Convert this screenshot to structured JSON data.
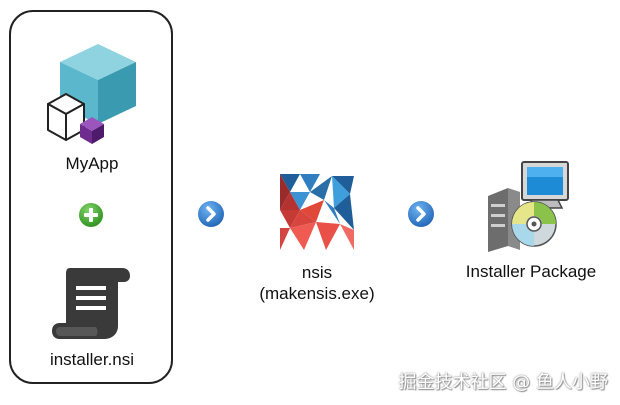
{
  "myapp": {
    "label": "MyApp",
    "icon": "cube-cluster-icon"
  },
  "plus": {
    "icon": "plus-circle-icon",
    "color": "#3aa02a"
  },
  "script": {
    "label": "installer.nsi",
    "icon": "scroll-document-icon"
  },
  "arrow": {
    "icon": "chevron-right-circle-icon",
    "color": "#2a79d0"
  },
  "nsis": {
    "label_line1": "nsis",
    "label_line2": "(makensis.exe)",
    "icon": "nsis-logo-icon"
  },
  "package": {
    "label": "Installer Package",
    "icon": "installer-package-icon"
  },
  "watermark": {
    "text": "掘金技术社区 @ 鱼人小野"
  },
  "colors": {
    "cube_teal": "#5bb8cc",
    "cube_purple": "#6e2c8e",
    "nsis_red": "#e0483a",
    "nsis_blue": "#2f7fc0",
    "scroll_dark": "#3a3a3a"
  }
}
